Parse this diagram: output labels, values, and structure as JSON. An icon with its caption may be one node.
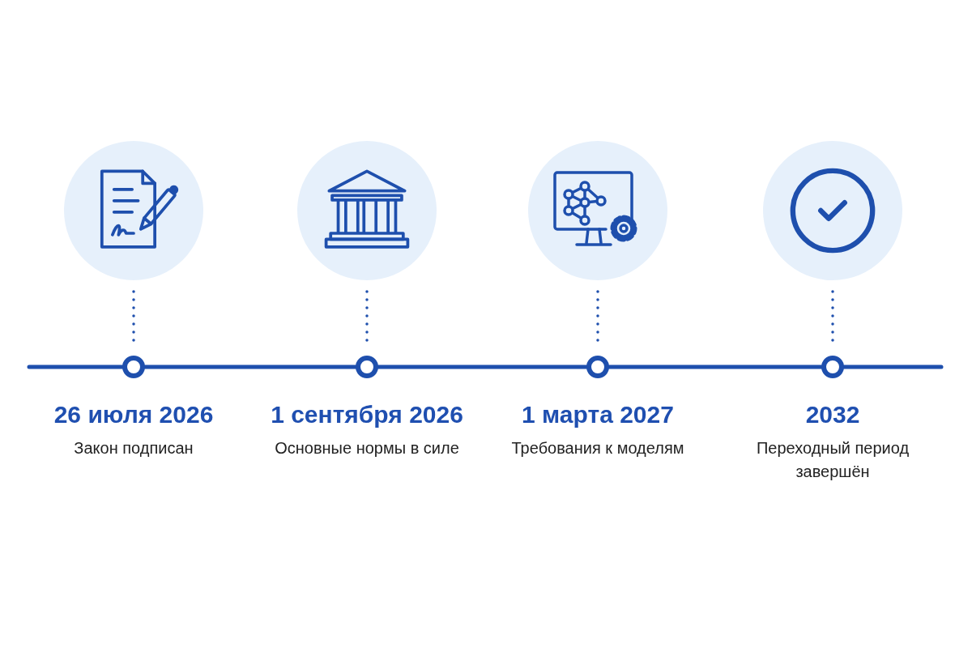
{
  "diagram": {
    "nodes": [
      {
        "text": [],
        "shape": "circle"
      },
      {
        "text": [],
        "shape": "circle"
      },
      {
        "text": [],
        "shape": "circle"
      },
      {
        "text": [],
        "shape": "circle"
      },
      {
        "text": [],
        "shape": "circle",
        "beside": [
          "26 июля 2026",
          "Закон подписан"
        ]
      },
      {
        "text": [],
        "shape": "circle",
        "beside": [
          "1 сентября 2026",
          "Основные нормы в силе"
        ]
      },
      {
        "text": [],
        "shape": "circle",
        "beside": [
          "1 марта 2027",
          "Требования к моделям"
        ]
      },
      {
        "text": [],
        "shape": "circle",
        "beside": [
          "2032",
          "Переходный период завершён"
        ]
      }
    ],
    "edges": [
      {
        "from": 0,
        "to": 4,
        "arrow": "none",
        "style": "dashed"
      },
      {
        "from": 1,
        "to": 5,
        "arrow": "none",
        "style": "dashed"
      },
      {
        "from": 2,
        "to": 6,
        "arrow": "none",
        "style": "dashed"
      },
      {
        "from": 3,
        "to": 7,
        "arrow": "none",
        "style": "dashed"
      },
      {
        "from": null,
        "to": 4,
        "arrow": "none"
      },
      {
        "from": 4,
        "to": 5,
        "arrow": "none"
      },
      {
        "from": 5,
        "to": 6,
        "arrow": "none"
      },
      {
        "from": 6,
        "to": 7,
        "arrow": "none"
      },
      {
        "from": 7,
        "to": null,
        "arrow": "none"
      }
    ]
  }
}
